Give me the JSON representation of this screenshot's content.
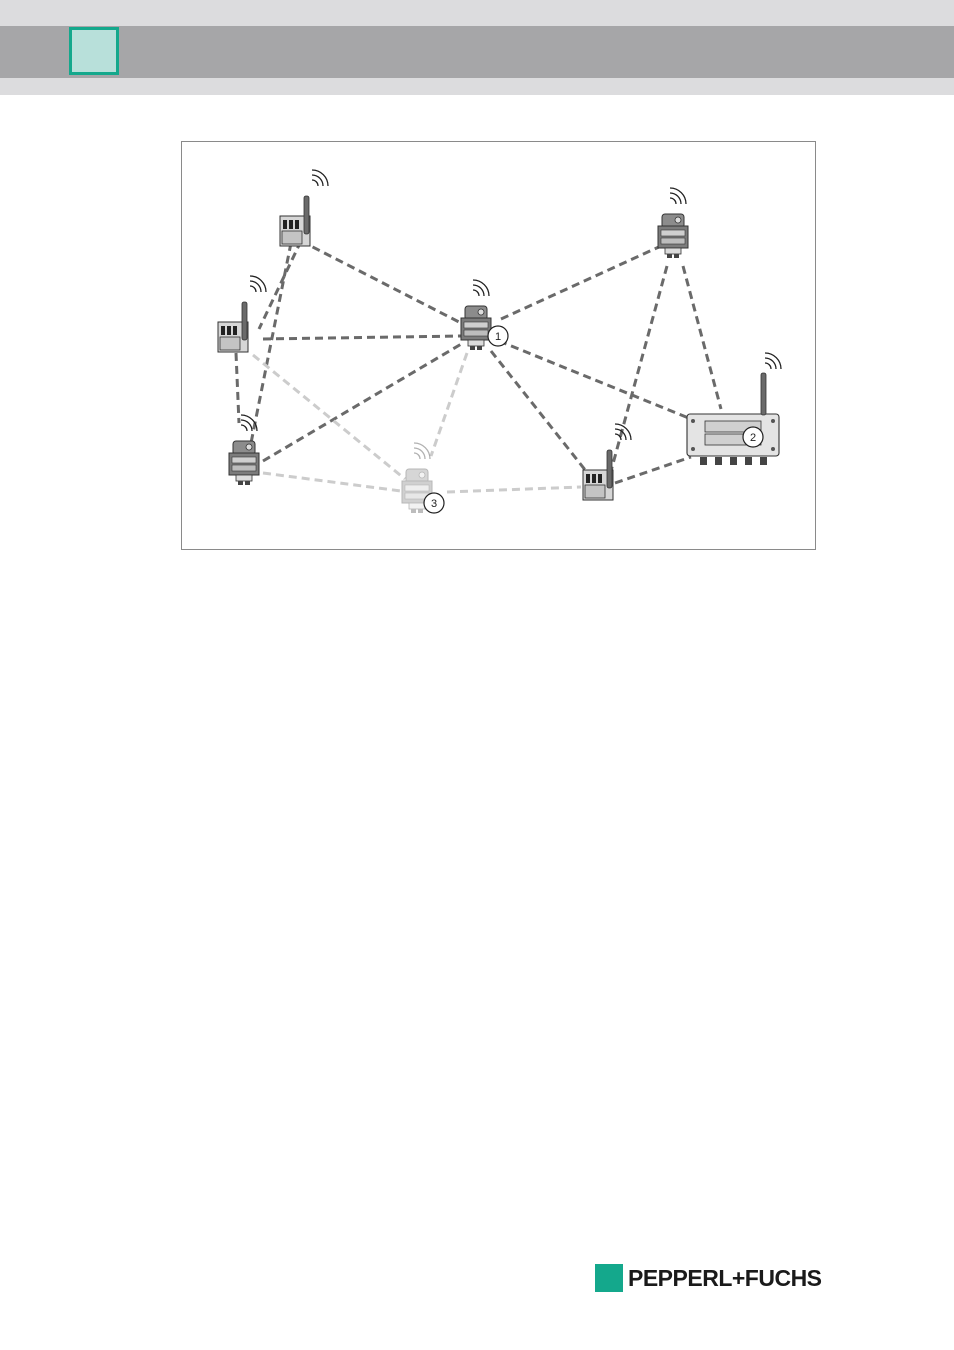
{
  "header": {
    "chapter_tab_color": "#b8e0da",
    "chapter_tab_border": "#14a88c",
    "band_color": "#a6a6a8"
  },
  "figure": {
    "callouts": [
      {
        "id": "callout-1",
        "label": "1"
      },
      {
        "id": "callout-2",
        "label": "2"
      },
      {
        "id": "callout-3",
        "label": "3"
      }
    ],
    "link_color_active": "#6a6a6a",
    "link_color_inactive": "#cccccc"
  },
  "footer": {
    "logo_text": "PEPPERL+FUCHS",
    "logo_color": "#14a88c"
  }
}
